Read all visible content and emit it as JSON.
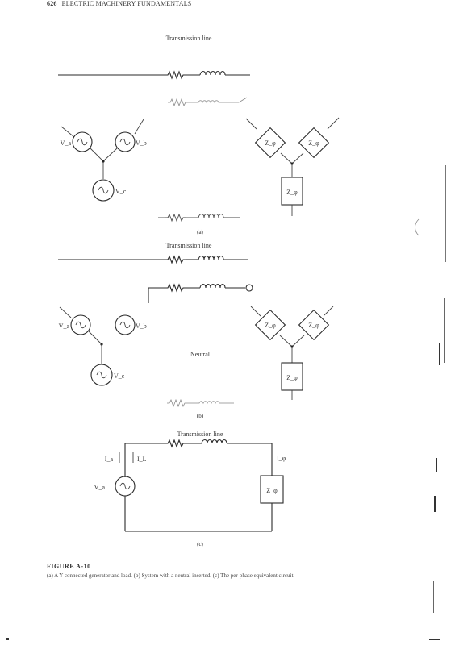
{
  "header": {
    "page_number": "626",
    "running_title": "ELECTRIC MACHINERY FUNDAMENTALS"
  },
  "diagram": {
    "a": {
      "line_label": "Transmission line",
      "sources": [
        "V_a",
        "V_b",
        "V_c"
      ],
      "loads": [
        "Z_φ",
        "Z_φ",
        "Z_φ"
      ],
      "panel_label": "(a)"
    },
    "b": {
      "line_label": "Transmission line",
      "sources": [
        "V_a",
        "V_b",
        "V_c"
      ],
      "loads": [
        "Z_φ",
        "Z_φ",
        "Z_φ"
      ],
      "neutral_label": "Neutral",
      "panel_label": "(b)"
    },
    "c": {
      "line_label": "Transmission line",
      "source": "V_a",
      "current_labels": [
        "I_a",
        "I_L",
        "I_φ"
      ],
      "load": "Z_φ",
      "panel_label": "(c)"
    }
  },
  "figure": {
    "label": "FIGURE A-10",
    "caption": "(a) A Y-connected generator and load. (b) System with a neutral inserted. (c) The per-phase equivalent circuit."
  }
}
